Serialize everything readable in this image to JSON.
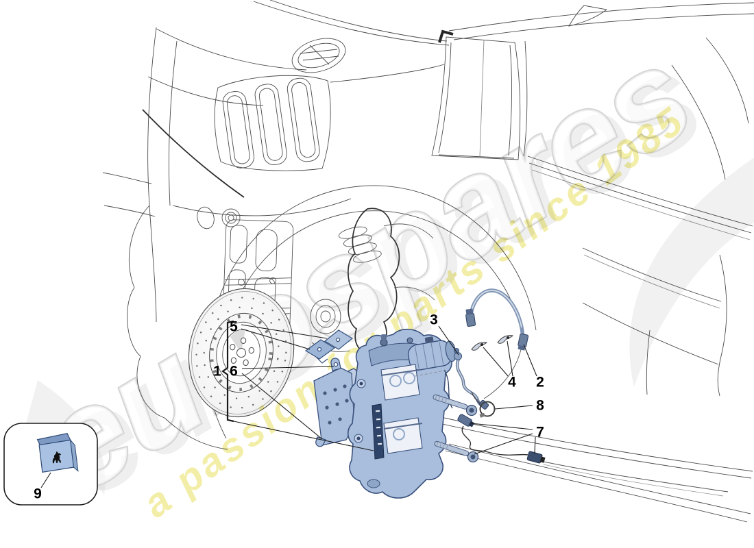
{
  "page": {
    "background": "#ffffff"
  },
  "watermark": {
    "brand": "eurospares",
    "tagline": "a passion for parts since 1985",
    "brand_color": "#dcdcdc",
    "tagline_color": "#e9e05f"
  },
  "callouts": [
    {
      "label": "1"
    },
    {
      "label": "2"
    },
    {
      "label": "3"
    },
    {
      "label": "4"
    },
    {
      "label": "5"
    },
    {
      "label": "6"
    },
    {
      "label": "7"
    },
    {
      "label": "8"
    },
    {
      "label": "9"
    }
  ],
  "parts_palette": {
    "highlight_fill": "#a9bedd",
    "highlight_stroke": "#3a517c",
    "line_art": "#4a4a4a"
  },
  "icons": [
    {
      "name": "prancing-horse-icon"
    }
  ]
}
